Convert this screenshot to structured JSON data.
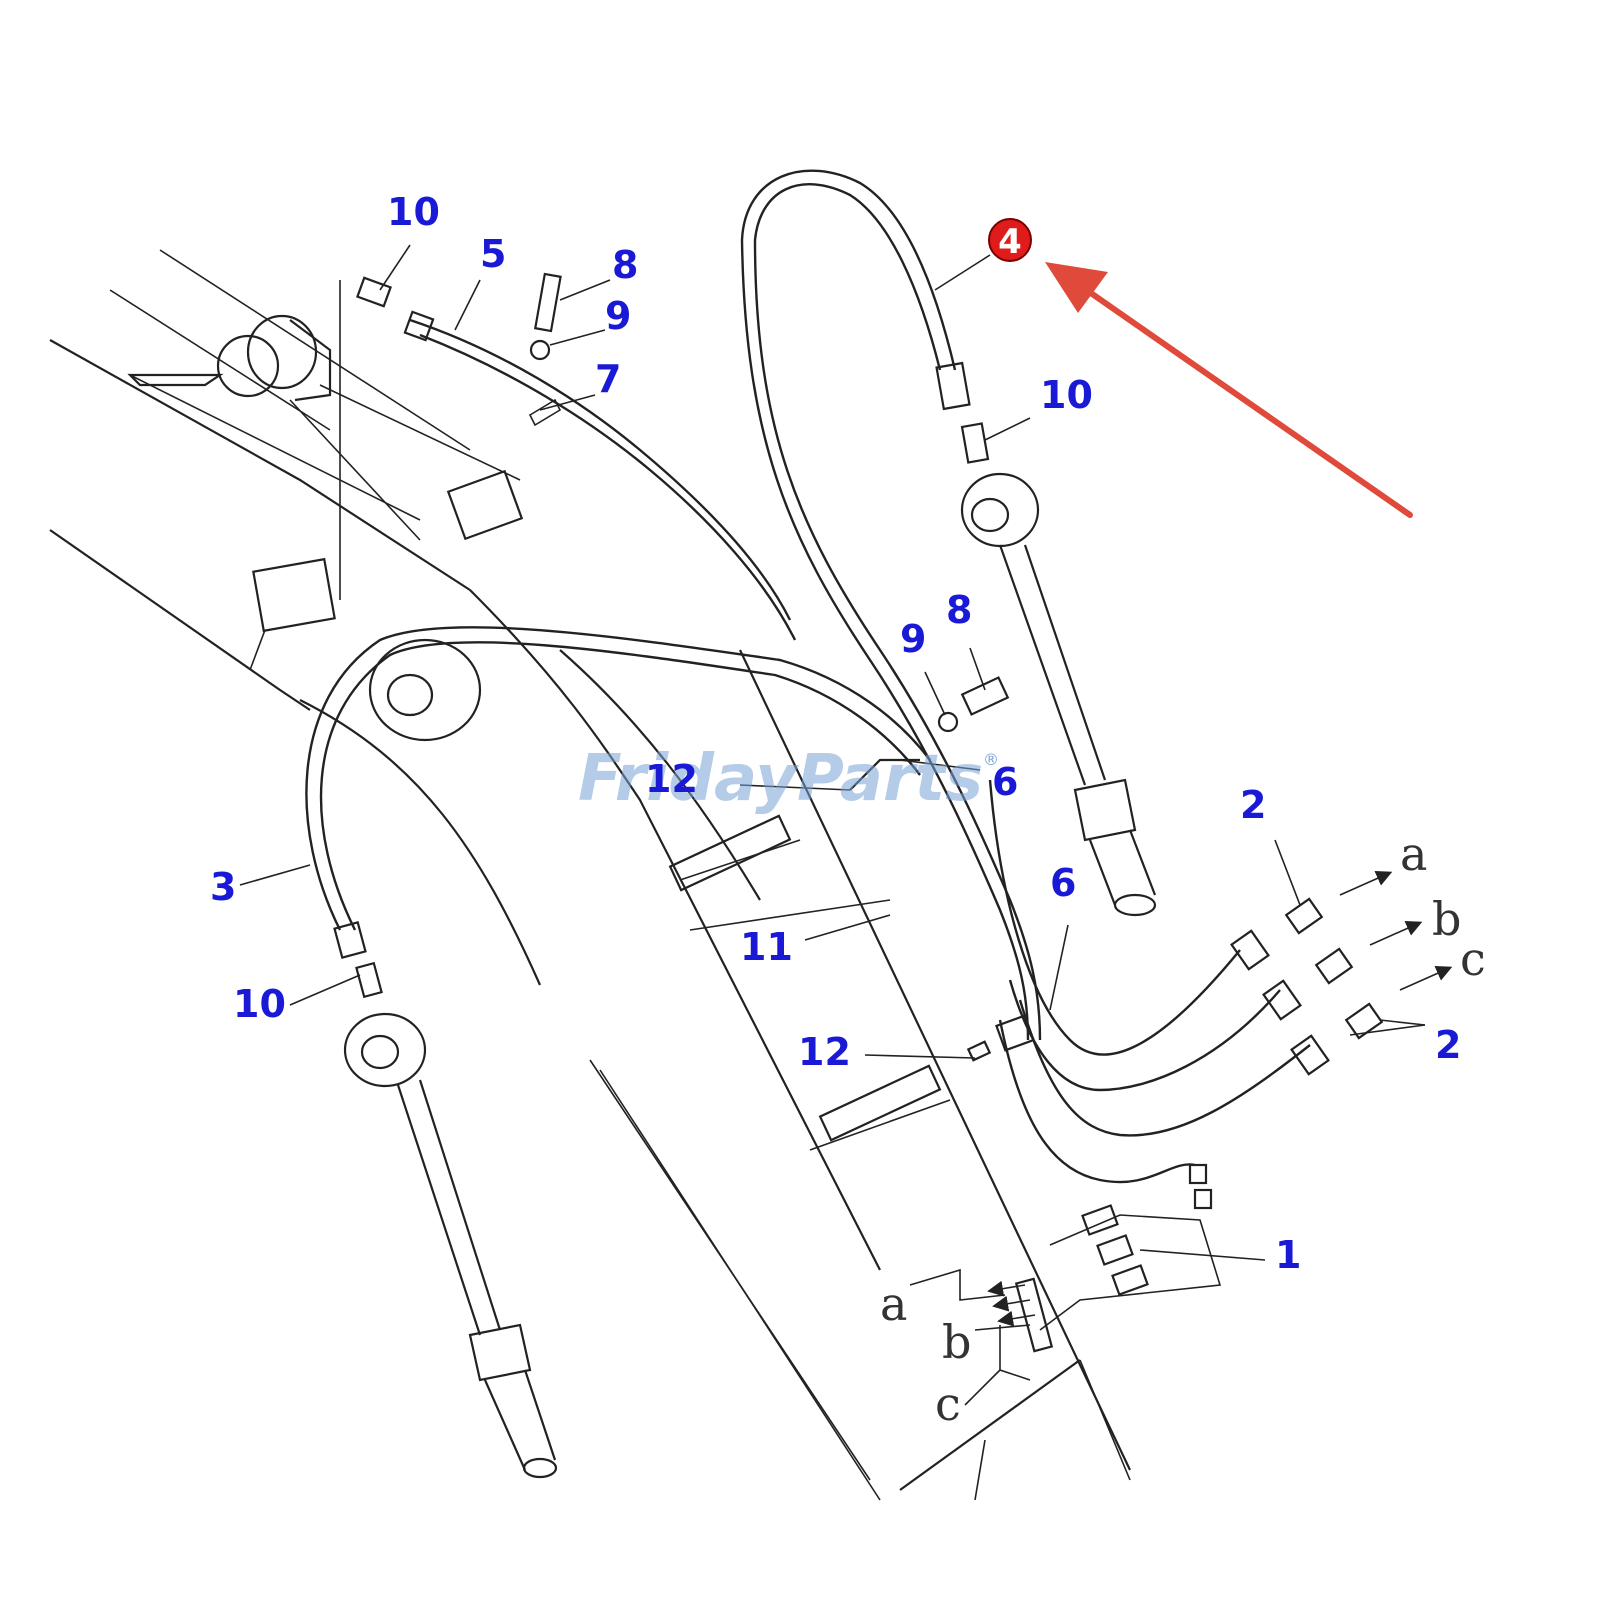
{
  "diagram": {
    "labels": [
      {
        "id": "l10a",
        "text": "10"
      },
      {
        "id": "l5",
        "text": "5"
      },
      {
        "id": "l8a",
        "text": "8"
      },
      {
        "id": "l9a",
        "text": "9"
      },
      {
        "id": "l7",
        "text": "7"
      },
      {
        "id": "l10b",
        "text": "10"
      },
      {
        "id": "l9b",
        "text": "9"
      },
      {
        "id": "l8b",
        "text": "8"
      },
      {
        "id": "l12a",
        "text": "12"
      },
      {
        "id": "l6a",
        "text": "6"
      },
      {
        "id": "l2a",
        "text": "2"
      },
      {
        "id": "l3",
        "text": "3"
      },
      {
        "id": "l6b",
        "text": "6"
      },
      {
        "id": "l11",
        "text": "11"
      },
      {
        "id": "l10c",
        "text": "10"
      },
      {
        "id": "l12b",
        "text": "12"
      },
      {
        "id": "l2b",
        "text": "2"
      },
      {
        "id": "l1",
        "text": "1"
      }
    ],
    "highlight": {
      "text": "4",
      "color": "#e01b1b",
      "arrow_color": "#e04a3a"
    },
    "port_letters_right": [
      "a",
      "b",
      "c"
    ],
    "port_letters_bottom": [
      "a",
      "b",
      "c"
    ],
    "watermark": {
      "text": "FridayParts",
      "reg": "®"
    },
    "label_color": "#1a1ad6"
  }
}
